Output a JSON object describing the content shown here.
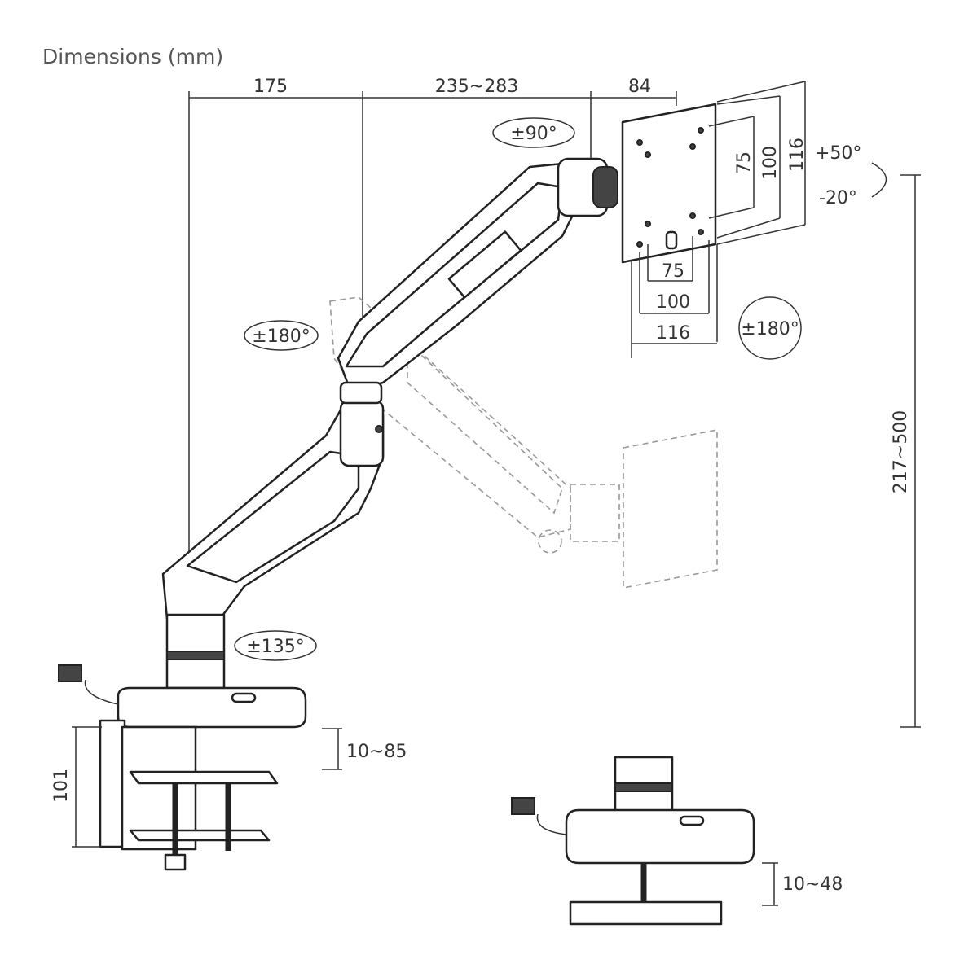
{
  "title": "Dimensions (mm)",
  "top_dimensions": [
    "175",
    "235~283",
    "84"
  ],
  "plate_vertical": [
    "75",
    "100",
    "116"
  ],
  "plate_horizontal": [
    "75",
    "100",
    "116"
  ],
  "tilt": {
    "up": "+50°",
    "down": "-20°"
  },
  "rotations": {
    "head_swivel": "±90°",
    "elbow": "±180°",
    "plate_rotation": "±180°",
    "base": "±135°"
  },
  "height_range": "217~500",
  "clamp_thickness": "10~85",
  "clamp_height": "101",
  "grommet_thickness": "10~48"
}
